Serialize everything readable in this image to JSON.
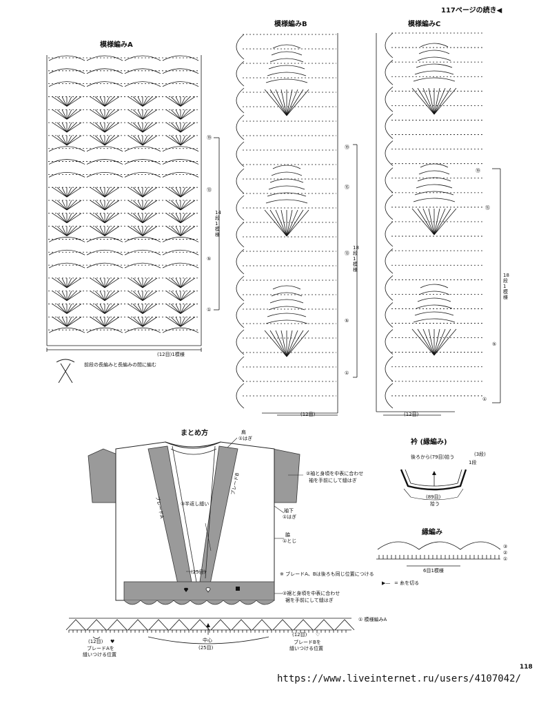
{
  "header": {
    "continued": "117ページの続き◀",
    "page_number": "118"
  },
  "charts": {
    "a": {
      "title": "模様編みA",
      "repeat_label": "14段1模様",
      "width_label": "(12目)1模様",
      "row_markers": [
        "⑲",
        "⑬",
        "⑤",
        "①"
      ]
    },
    "b": {
      "title": "模様編みB",
      "repeat_label": "18段1模様",
      "width_label": "(12目)",
      "row_markers": [
        "⑲",
        "⑮",
        "⑬",
        "⑤",
        "①"
      ]
    },
    "c": {
      "title": "模様編みC",
      "repeat_label": "18段1模様",
      "width_label": "(12目)",
      "row_markers": [
        "⑲",
        "⑮",
        "⑤",
        "①"
      ]
    }
  },
  "legend": {
    "note": "前段の長編みと長編みの間に編む"
  },
  "assembly": {
    "title": "まとめ方",
    "shoulder": [
      "肩",
      "①はぎ"
    ],
    "sleeve_note": [
      "②袖と身頃を中表に合わせ",
      "袖を手前にして縫はぎ"
    ],
    "sleeve_under": [
      "袖下",
      "①はぎ"
    ],
    "side": [
      "脇",
      "①とじ"
    ],
    "braid_a": "ブレードA",
    "braid_b": "ブレードB",
    "half_stitch": "③半返し縫い",
    "center_count": "(25目)",
    "braid_note": "※ ブレードA、Bは後ろも同じ位置につける",
    "hem_note": [
      "②裾と身頃を中表に合わせ",
      "裾を手前にして縫はぎ"
    ]
  },
  "collar": {
    "title": "衿 (縁編み)",
    "pick_up": "後ろから(79目)拾う",
    "rows": "1段",
    "rows_top": "(3段)",
    "count": "(89目)",
    "pick_up2": "拾う"
  },
  "edging": {
    "title": "縁編み",
    "repeat": "6目1模様",
    "cut_yarn": "= 糸を切る",
    "row_markers": [
      "③",
      "②",
      "①"
    ]
  },
  "bottom": {
    "pattern_label": "① 模様編みA",
    "left_count": "(12目)",
    "left_pos": [
      "ブレードAを",
      "縫いつける位置"
    ],
    "center": "中心",
    "center_count": "(25目)",
    "right_count": "(12目)",
    "right_pos": [
      "ブレードBを",
      "縫いつける位置"
    ]
  },
  "footer": {
    "url": "https://www.liveinternet.ru/users/4107042/"
  }
}
